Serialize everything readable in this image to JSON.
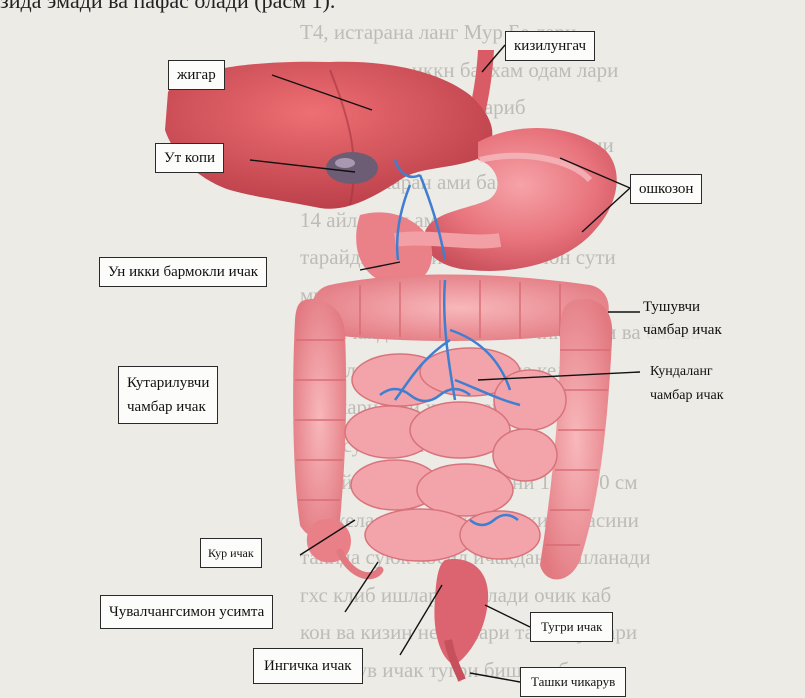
{
  "heading": "зида эмади ва пафас олади (расм 1).",
  "labels": {
    "kizilungach": "кизилунгач",
    "zhigar": "жигар",
    "ut_kopi": "Ут копи",
    "oshkozon": "ошкозон",
    "un_ikki": "Ун икки бармокли ичак",
    "tushuvchi_1": "Тушувчи",
    "tushuvchi_2": "чамбар ичак",
    "kutarilu_1": "Кутарилувчи",
    "kutarilu_2": "чамбар ичак",
    "kundalang_1": "Кундаланг",
    "kundalang_2": "чамбар ичак",
    "kur": "Кур ичак",
    "chuvalchang": "Чувалчангсимон усимта",
    "ingichka": "Ингичка ичак",
    "tugri": "Тугри ичак",
    "tashki": "Ташки чикарув"
  },
  "background_text": [
    "Т4,   истарана         ланг      Мур    Бе лари",
    "акпари  сунг  иккн   бархам  одам  лари",
    "с  а  лари   харинлати   лариб",
    "на бехаран   бала  пади  ари  суланини",
    "1 коси   бехаран  ами   бархали",
    "14  айланади   ама   пасада  хода",
    "тарайди,  халасини  пади  нелон  сути",
    "мири  мардасининг  ичакда  шири",
    "бар  ичакда  бахоан  ишлаб  чикилади  ва  багша",
    "суюклигига  шактиради  са  келади",
    "бошкарилади   хосил   ешга  булади",
    "этот  сут  кл  ичакда  жига  ичакиинг",
    "литой  хаш  ичак  бу  булини  150-200  см",
    "хал  келади  бу  ичакдан  ички  мадасини",
    "такида  суюк  хосил  ичакдан  бошланади",
    "гхс  клиб  ишлари  чиклади  очик  каб",
    "кон  ва  кизин  нелеклари  ташки  узлари",
    "пари  сув  ичак  тугри  бишлан  булгам"
  ]
}
